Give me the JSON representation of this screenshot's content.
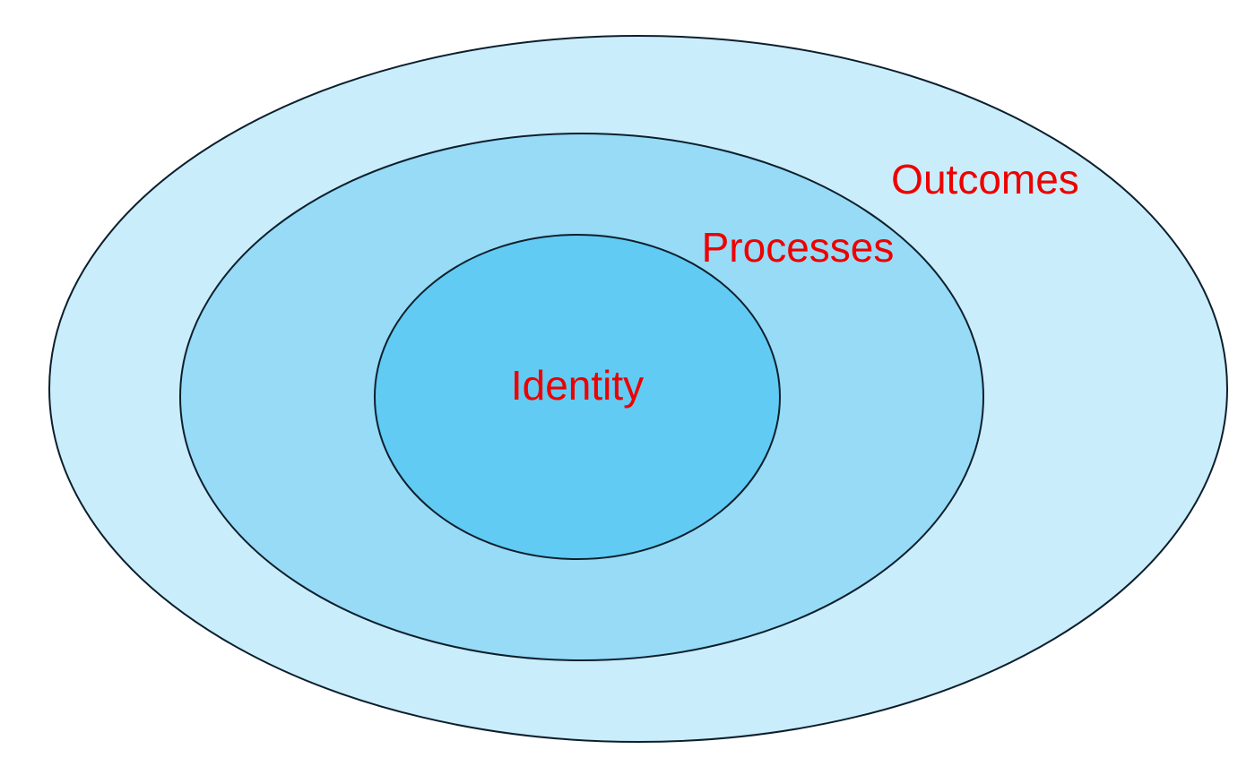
{
  "diagram": {
    "layers": [
      {
        "id": "outer",
        "label": "Outcomes",
        "fill": "#CAEDFB"
      },
      {
        "id": "middle",
        "label": "Processes",
        "fill": "#97DBF6"
      },
      {
        "id": "inner",
        "label": "Identity",
        "fill": "#61CBF3"
      }
    ],
    "stroke_color": "#0D1F2D",
    "label_color": "#EE0000",
    "background": "#FFFFFF"
  }
}
